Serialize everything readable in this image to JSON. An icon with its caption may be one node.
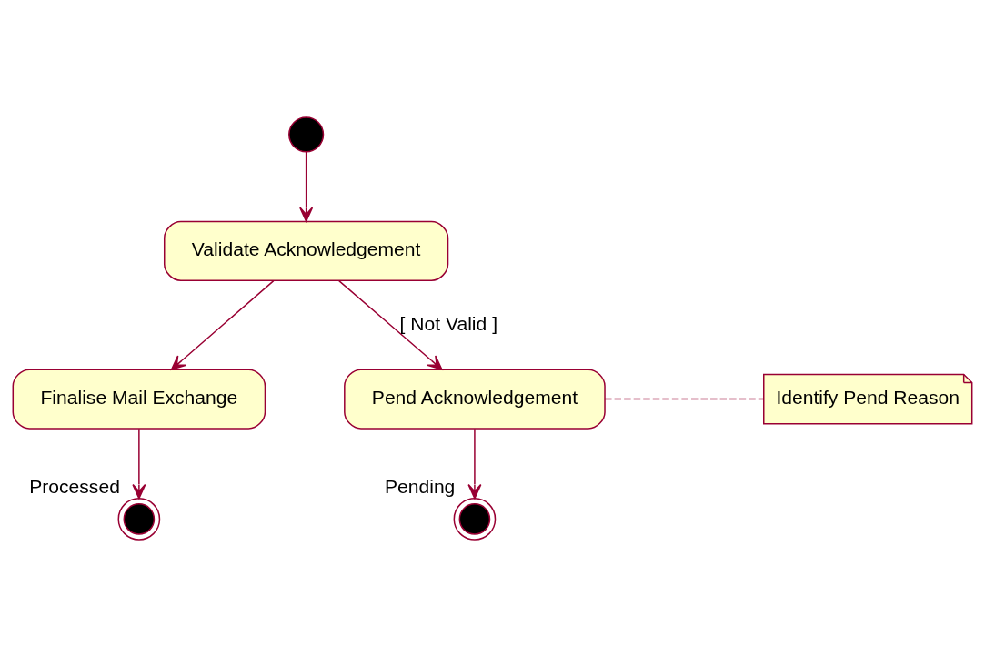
{
  "diagram": {
    "nodes": [
      {
        "text": [],
        "shape": "circle"
      },
      {
        "text": [
          "Validate Acknowledgement"
        ]
      },
      {
        "text": [
          "Finalise Mail Exchange"
        ]
      },
      {
        "text": [
          "Pend Acknowledgement"
        ]
      },
      {
        "text": [
          "Identify Pend Reason"
        ]
      },
      {
        "text": [],
        "shape": "circle",
        "beside": [
          "Processed"
        ]
      },
      {
        "text": [],
        "shape": "circle",
        "beside": [
          "Pending"
        ]
      }
    ],
    "edges": [
      {
        "from": 0,
        "to": 1,
        "arrow": "to"
      },
      {
        "from": 1,
        "to": 2,
        "arrow": "to"
      },
      {
        "from": 1,
        "to": 3,
        "arrow": "to",
        "label": "[ Not Valid ]"
      },
      {
        "from": 3,
        "to": 4,
        "arrow": "none",
        "style": "dashed"
      },
      {
        "from": 2,
        "to": 5,
        "arrow": "to"
      },
      {
        "from": 3,
        "to": 6,
        "arrow": "to"
      }
    ]
  }
}
